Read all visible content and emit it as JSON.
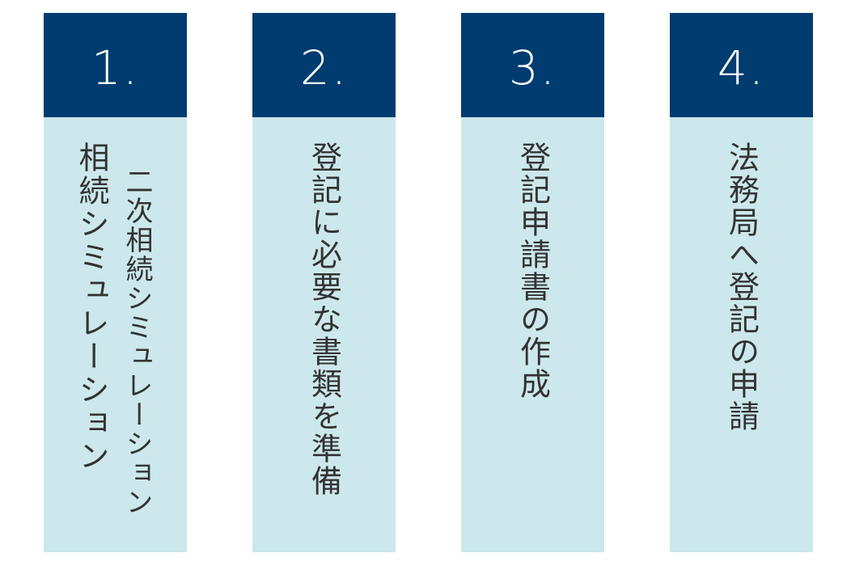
{
  "colors": {
    "header_bg": "#003c6f",
    "body_bg": "#cce8ec",
    "number_text": "#ffffff",
    "body_text": "#333333"
  },
  "steps": [
    {
      "number": "1.",
      "lines": [
        "二次相続シミュレーション",
        "相続シミュレーション"
      ]
    },
    {
      "number": "2.",
      "lines": [
        "登記に必要な書類を準備"
      ]
    },
    {
      "number": "3.",
      "lines": [
        "登記申請書の作成"
      ]
    },
    {
      "number": "4.",
      "lines": [
        "法務局へ登記の申請"
      ]
    }
  ]
}
